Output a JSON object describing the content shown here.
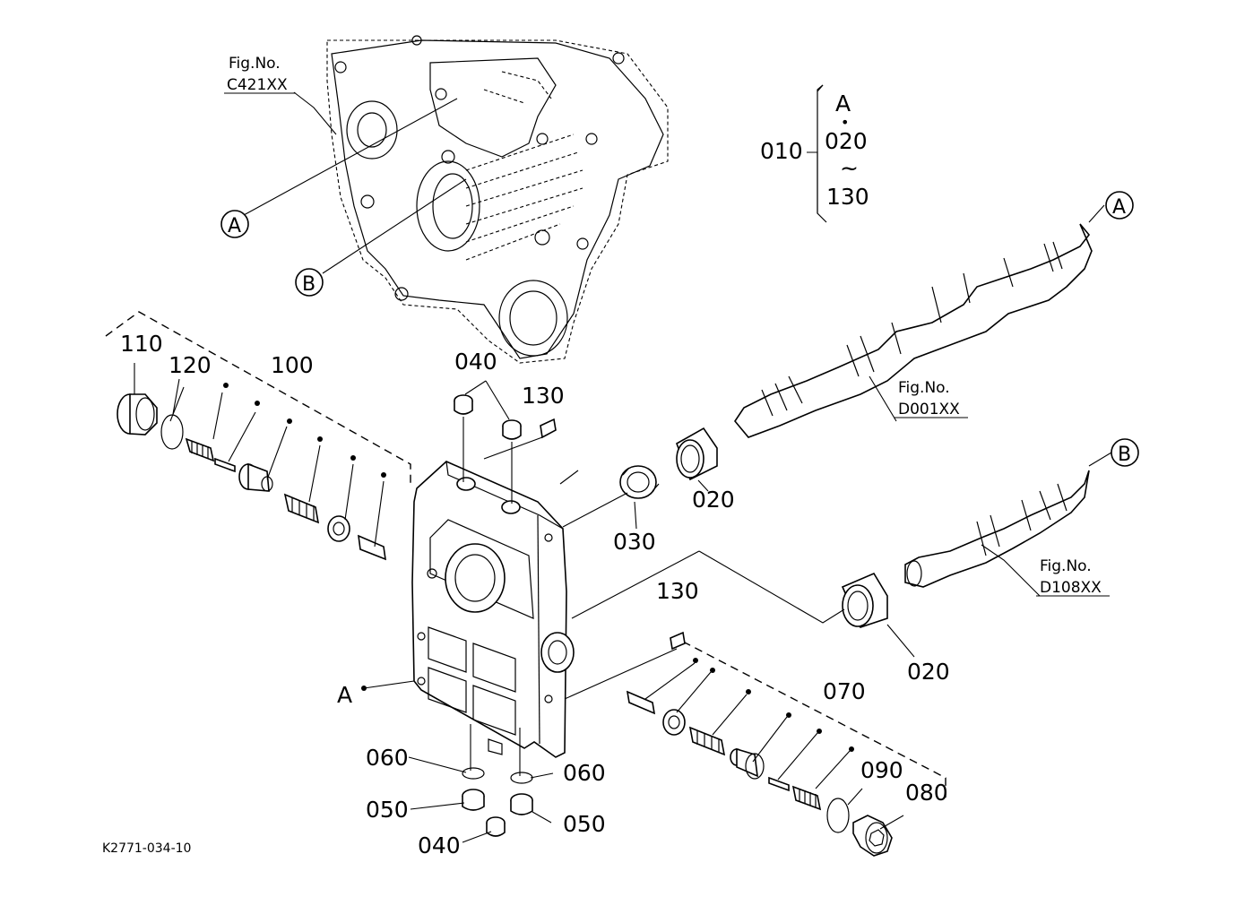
{
  "figure": {
    "reference_code": "K2771-034-10",
    "assembly": "A",
    "brace": {
      "top": "A",
      "dot": "•",
      "first": "020",
      "tilde": "~",
      "last": "130",
      "parent": "010"
    }
  },
  "callouts": {
    "A": "A",
    "B": "B"
  },
  "fig_refs": [
    {
      "line1": "Fig.No.",
      "line2": "C421XX"
    },
    {
      "line1": "Fig.No.",
      "line2": "D001XX"
    },
    {
      "line1": "Fig.No.",
      "line2": "D108XX"
    }
  ],
  "part_labels": {
    "p110": "110",
    "p120": "120",
    "p100": "100",
    "p040_top": "040",
    "p130_top": "130",
    "p030": "030",
    "p020_upper": "020",
    "p020_lower": "020",
    "p130_mid": "130",
    "p070": "070",
    "p060_left": "060",
    "p060_right": "060",
    "p050_left": "050",
    "p050_right": "050",
    "p040_bottom": "040",
    "p090": "090",
    "p080": "080"
  }
}
